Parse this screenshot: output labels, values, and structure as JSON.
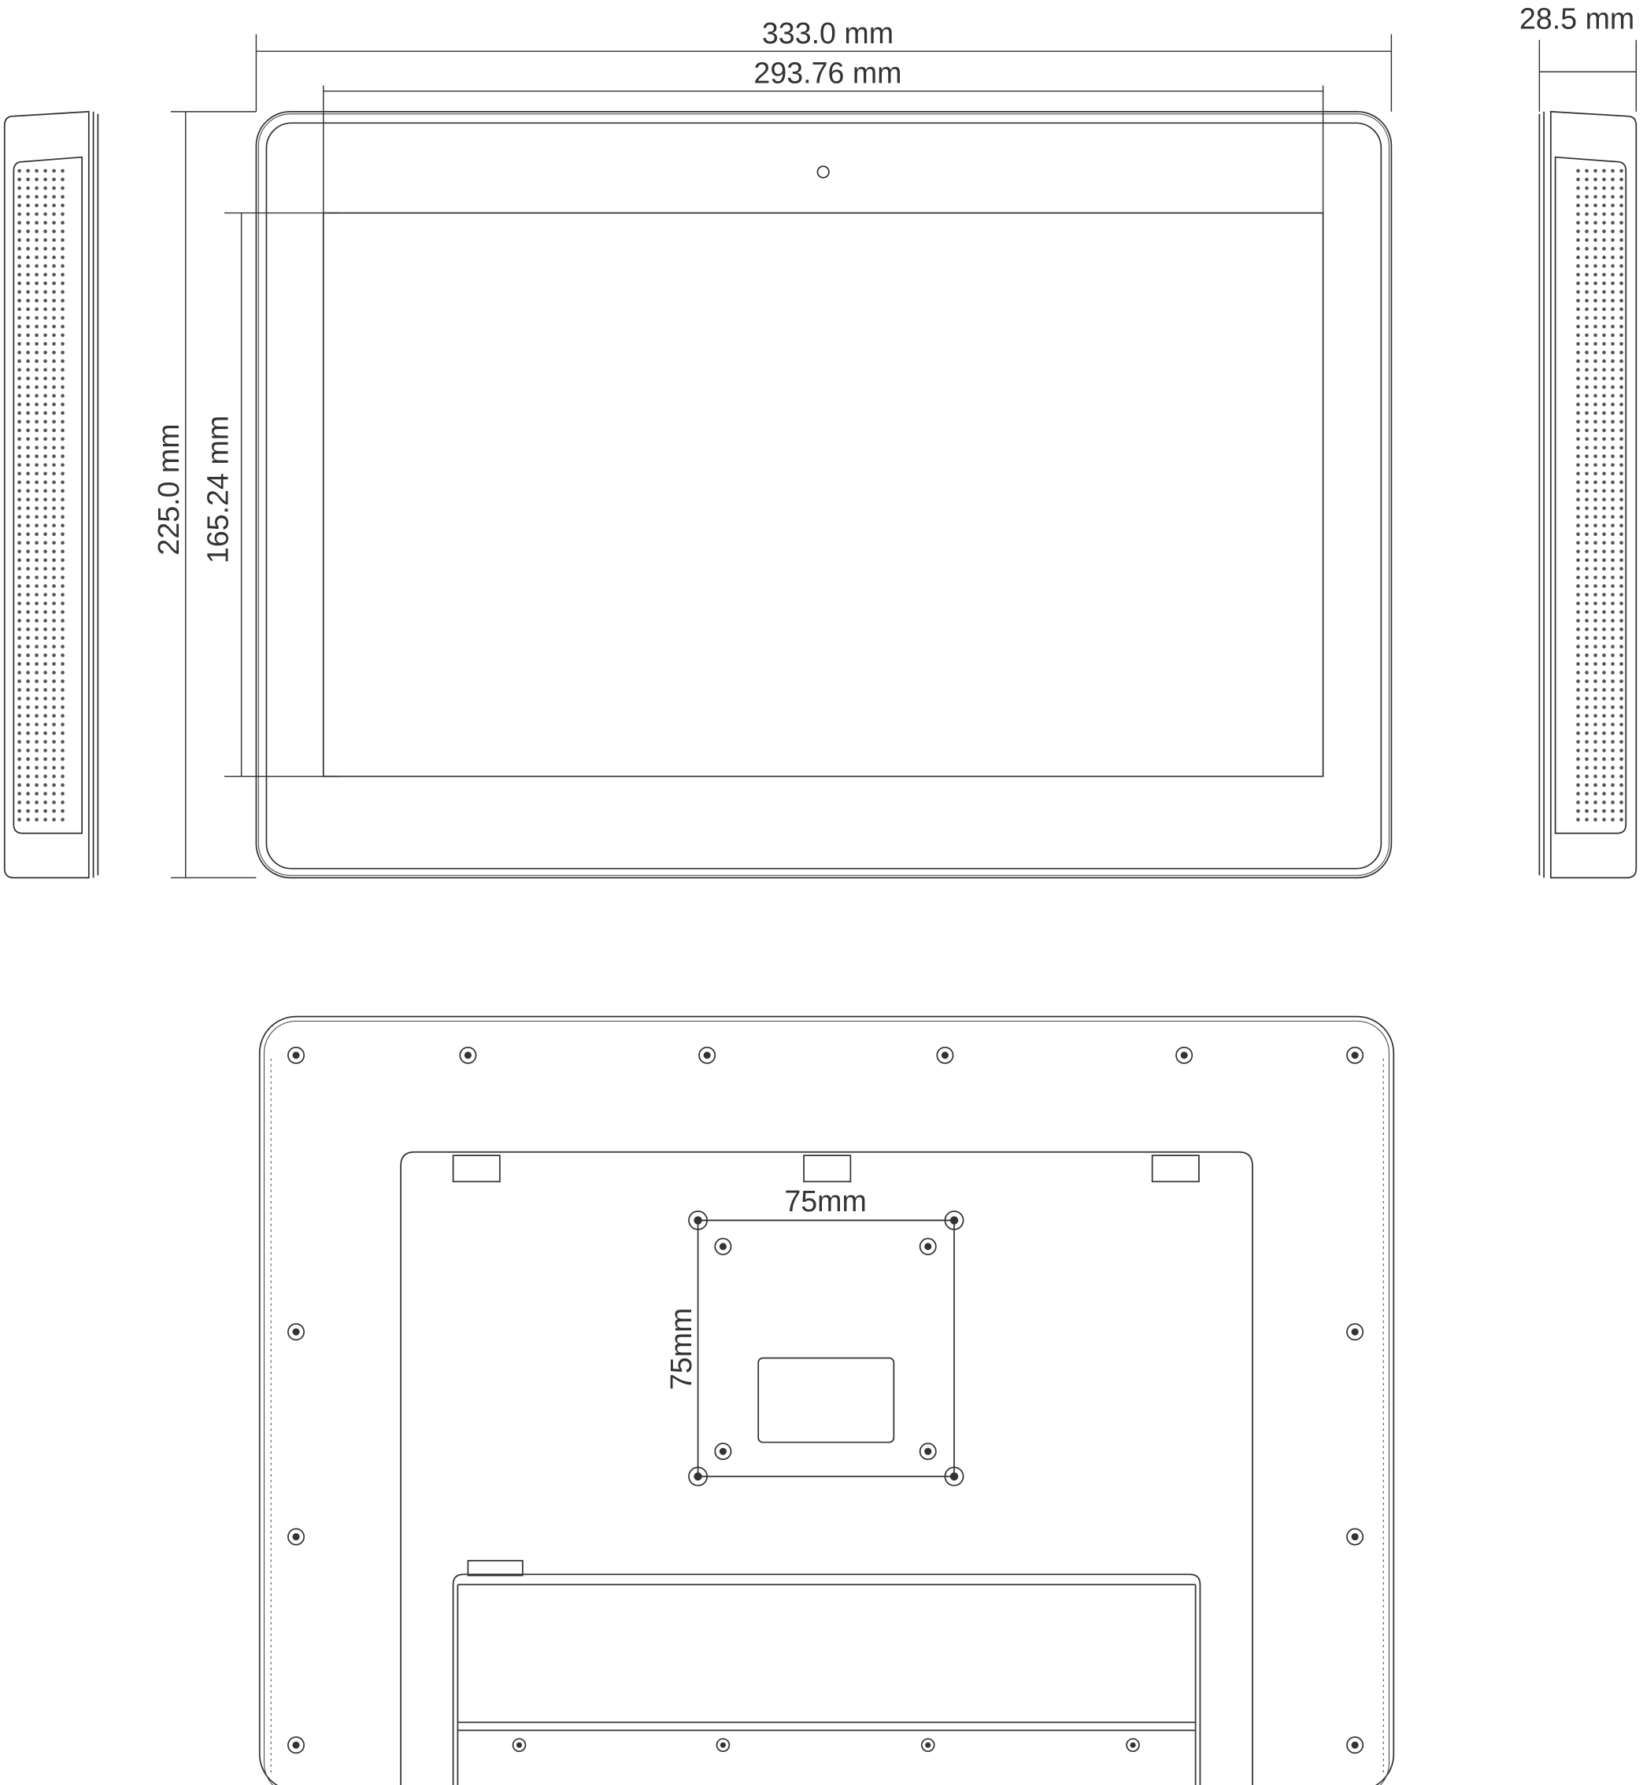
{
  "dimensions": {
    "overall_width": "333.0 mm",
    "screen_width": "293.76 mm",
    "overall_height": "225.0 mm",
    "screen_height": "165.24 mm",
    "depth": "28.5 mm",
    "vesa_horizontal": "75mm",
    "vesa_vertical": "75mm"
  },
  "colors": {
    "line": "#333333",
    "background": "#ffffff"
  }
}
